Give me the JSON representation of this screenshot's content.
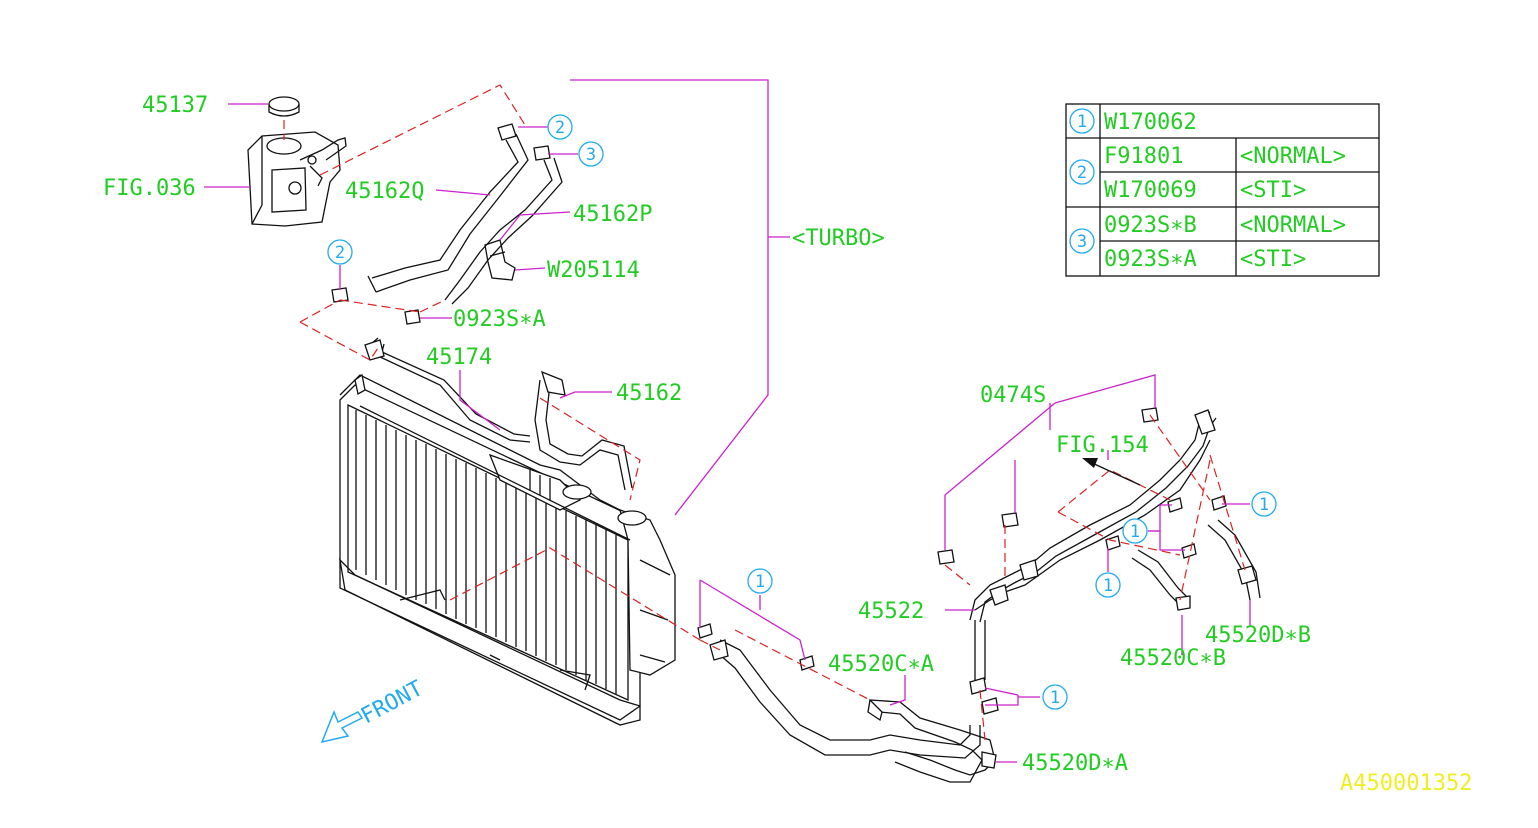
{
  "labels": {
    "l45137": "45137",
    "fig036": "FIG.036",
    "l45162q": "45162Q",
    "l45162p": "45162P",
    "w205114": "W205114",
    "l0923s_a_top": "0923S∗A",
    "l45174": "45174",
    "l45162": "45162",
    "turbo": "<TURBO>",
    "l0474s": "0474S",
    "fig154": "FIG.154",
    "l45522": "45522",
    "l45520ca": "45520C∗A",
    "l45520cb": "45520C∗B",
    "l45520db": "45520D∗B",
    "l45520da": "45520D∗A",
    "front": "FRONT",
    "diagram_id": "A450001352"
  },
  "callouts": {
    "c2_top": "2",
    "c3_top": "3",
    "c2_left": "2",
    "c1_mid": "1",
    "c1_lower": "1",
    "c1_right_a": "1",
    "c1_right_b": "1",
    "c1_right_c": "1"
  },
  "legend": {
    "rows": [
      {
        "num": "1",
        "part": "W170062",
        "note": ""
      },
      {
        "num": "2",
        "part": "F91801",
        "note": "<NORMAL>"
      },
      {
        "num": "",
        "part": "W170069",
        "note": "<STI>"
      },
      {
        "num": "3",
        "part": "0923S∗B",
        "note": "<NORMAL>"
      },
      {
        "num": "",
        "part": "0923S∗A",
        "note": "<STI>"
      }
    ]
  },
  "colors": {
    "label_green": "#22cc22",
    "callout_cyan": "#22aaee",
    "leader_magenta": "#cc22cc",
    "dashed_red": "#dd2222",
    "id_yellow": "#eeee22",
    "line_black": "#111111"
  }
}
